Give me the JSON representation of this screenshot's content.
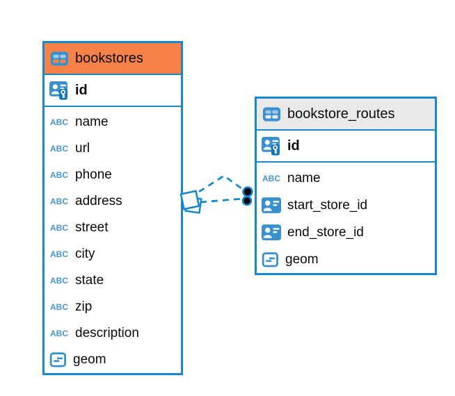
{
  "icons": {
    "text_type_glyph": "ABC"
  },
  "colors": {
    "accent_blue": "#1787d0",
    "header_orange": "#f6824a",
    "header_gray": "#e9e9e9",
    "icon_blue": "#3990cf",
    "icon_light_cell": "#9fcbe9",
    "key_chip_blue": "#1573bb",
    "relationship_dot_fill": "#000000",
    "text": "#0a0a0a"
  },
  "tables": [
    {
      "name": "bookstores",
      "header_style": "orange",
      "primary_key": {
        "name": "id",
        "icon": "person-key-icon"
      },
      "columns": [
        {
          "name": "name",
          "icon": "text-type-icon"
        },
        {
          "name": "url",
          "icon": "text-type-icon"
        },
        {
          "name": "phone",
          "icon": "text-type-icon"
        },
        {
          "name": "address",
          "icon": "text-type-icon"
        },
        {
          "name": "street",
          "icon": "text-type-icon"
        },
        {
          "name": "city",
          "icon": "text-type-icon"
        },
        {
          "name": "state",
          "icon": "text-type-icon"
        },
        {
          "name": "zip",
          "icon": "text-type-icon"
        },
        {
          "name": "description",
          "icon": "text-type-icon"
        },
        {
          "name": "geom",
          "icon": "geometry-type-icon"
        }
      ]
    },
    {
      "name": "bookstore_routes",
      "header_style": "gray",
      "primary_key": {
        "name": "id",
        "icon": "person-key-icon"
      },
      "columns": [
        {
          "name": "name",
          "icon": "text-type-icon"
        },
        {
          "name": "start_store_id",
          "icon": "reference-id-icon"
        },
        {
          "name": "end_store_id",
          "icon": "reference-id-icon"
        },
        {
          "name": "geom",
          "icon": "geometry-type-icon"
        }
      ]
    }
  ],
  "relationship": {
    "from_table": "bookstore_routes",
    "to_table": "bookstores",
    "line_style": "dashed",
    "line_count": 2
  }
}
